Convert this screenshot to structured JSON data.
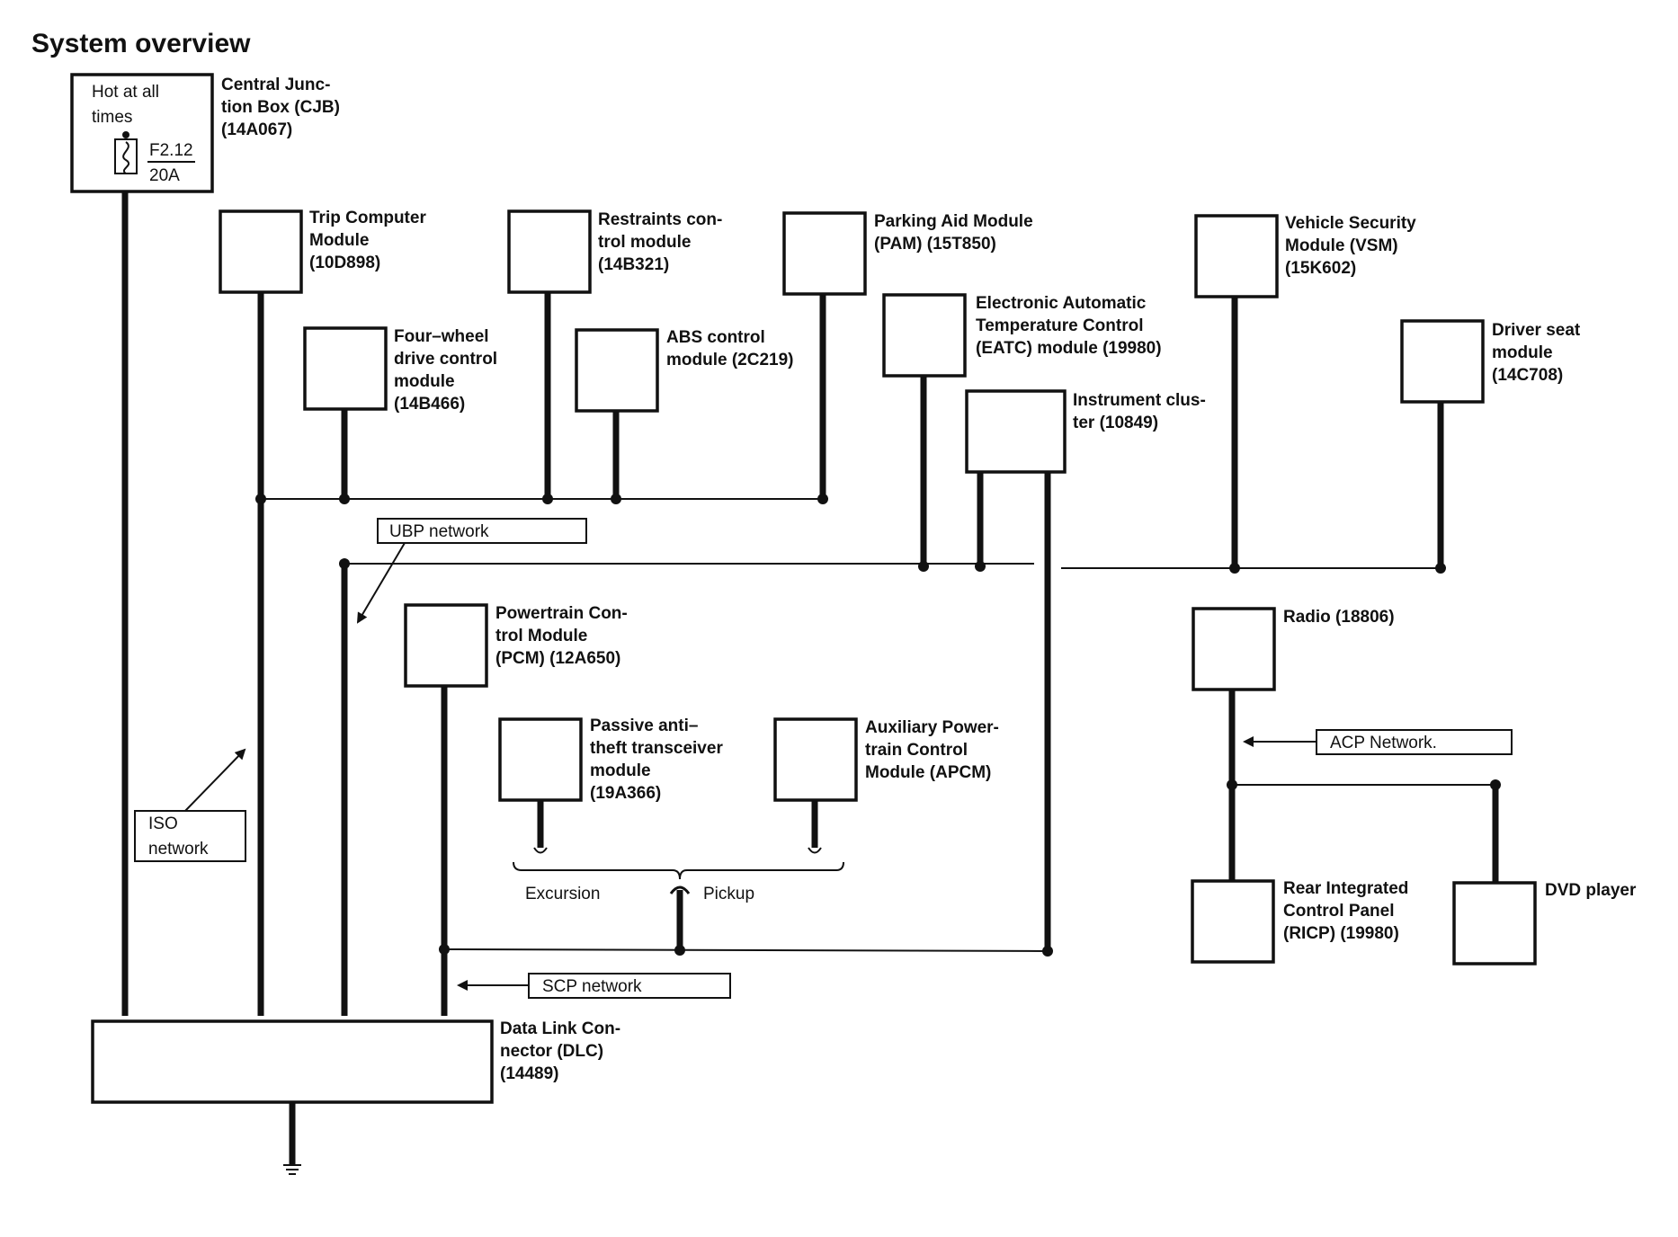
{
  "title": "System overview",
  "cjb": {
    "hot_lines": [
      "Hot at all",
      "times"
    ],
    "fuse_lines": [
      "F2.12",
      "20A"
    ],
    "label_lines": [
      "Central Junc-",
      "tion Box (CJB)",
      "(14A067)"
    ]
  },
  "modules": {
    "trip_computer": [
      "Trip Computer",
      "Module",
      "(10D898)"
    ],
    "restraints": [
      "Restraints con-",
      "trol module",
      "(14B321)"
    ],
    "parking_aid": [
      "Parking Aid Module",
      "(PAM) (15T850)"
    ],
    "vsm": [
      "Vehicle Security",
      "Module (VSM)",
      "(15K602)"
    ],
    "four_wheel": [
      "Four–wheel",
      "drive control",
      "module",
      "(14B466)"
    ],
    "abs": [
      "ABS control",
      "module (2C219)"
    ],
    "eatc": [
      "Electronic Automatic",
      "Temperature Control",
      "(EATC) module (19980)"
    ],
    "instrument_cluster": [
      "Instrument clus-",
      "ter (10849)"
    ],
    "driver_seat": [
      "Driver seat",
      "module",
      "(14C708)"
    ],
    "pcm": [
      "Powertrain Con-",
      "trol Module",
      "(PCM) (12A650)"
    ],
    "pats": [
      "Passive anti–",
      "theft transceiver",
      "module",
      "(19A366)"
    ],
    "apcm": [
      "Auxiliary Power-",
      "train Control",
      "Module (APCM)"
    ],
    "radio": [
      "Radio (18806)"
    ],
    "ricp": [
      "Rear Integrated",
      "Control Panel",
      "(RICP) (19980)"
    ],
    "dvd": [
      "DVD player"
    ],
    "dlc": [
      "Data Link Con-",
      "nector (DLC)",
      "(14489)"
    ]
  },
  "networks": {
    "ubp": "UBP network",
    "iso": [
      "ISO",
      "network"
    ],
    "scp": "SCP network",
    "acp": "ACP Network."
  },
  "excursion_label": "Excursion",
  "pickup_label": "Pickup"
}
